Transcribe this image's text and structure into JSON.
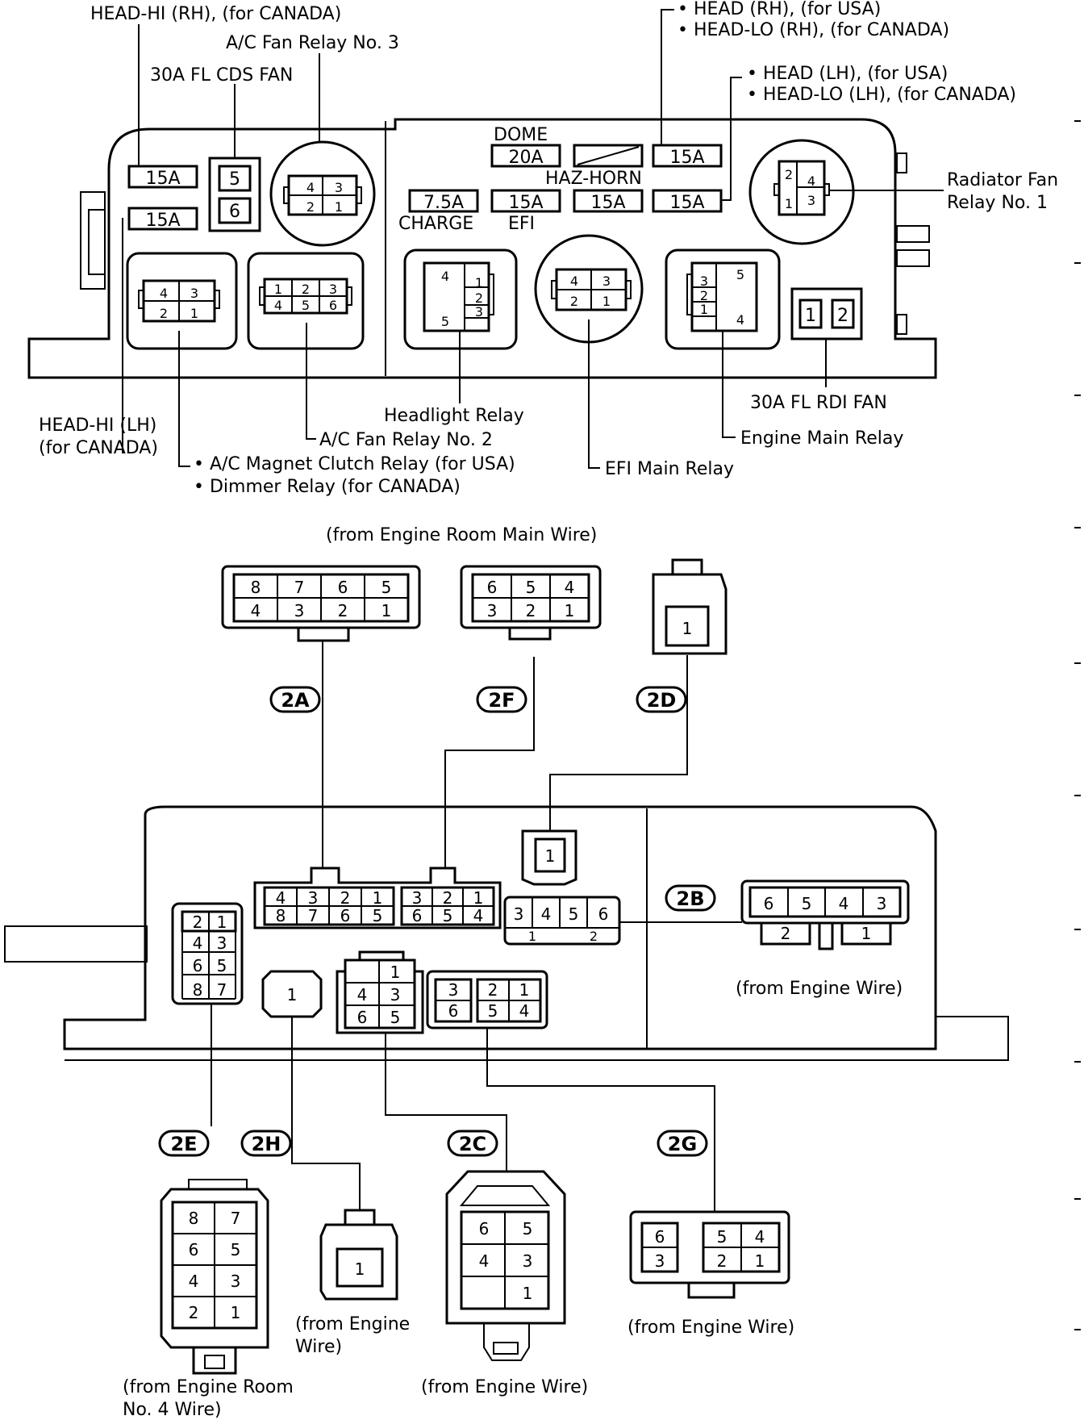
{
  "top_labels": {
    "head_hi_rh": "HEAD-HI (RH), (for CANADA)",
    "ac_fan_relay_3": "A/C Fan Relay No. 3",
    "cds_fan": "30A FL CDS FAN",
    "head_rh_usa": "• HEAD (RH), (for USA)",
    "head_lo_rh": "• HEAD-LO (RH), (for CANADA)",
    "head_lh_usa": "• HEAD (LH), (for USA)",
    "head_lo_lh": "• HEAD-LO (LH), (for CANADA)",
    "dome": "DOME",
    "haz_horn": "HAZ-HORN",
    "charge": "CHARGE",
    "efi": "EFI",
    "radiator_fan_1": "Radiator Fan",
    "radiator_fan_2": "Relay No. 1",
    "head_hi_lh_1": "HEAD-HI (LH)",
    "head_hi_lh_2": "(for CANADA)",
    "headlight_relay": "Headlight Relay",
    "ac_fan_relay_2": "A/C Fan Relay No. 2",
    "ac_magnet": "• A/C Magnet Clutch Relay (for USA)",
    "dimmer": "• Dimmer Relay (for CANADA)",
    "efi_main_relay": "EFI Main Relay",
    "engine_main_relay": "Engine Main Relay",
    "rdi_fan": "30A FL RDI FAN"
  },
  "fuses": {
    "f1": "15A",
    "f2": "15A",
    "dome": "20A",
    "head_rh": "15A",
    "charge": "7.5A",
    "efi": "15A",
    "haz": "15A",
    "head_lh": "15A",
    "cds_5": "5",
    "cds_6": "6",
    "rdi_1": "1",
    "rdi_2": "2"
  },
  "relay_pins": {
    "p1": "1",
    "p2": "2",
    "p3": "3",
    "p4": "4",
    "p5": "5",
    "p6": "6",
    "p7": "7",
    "p8": "8"
  },
  "bottom_labels": {
    "from_main": "(from Engine Room Main Wire)",
    "from_engine_wire": "(from Engine Wire)",
    "from_engine": "(from Engine",
    "wire": "Wire)",
    "from_room4_1": "(from Engine Room",
    "from_room4_2": "No. 4 Wire)"
  },
  "connector_codes": {
    "c2a": "2A",
    "c2f": "2F",
    "c2d": "2D",
    "c2b": "2B",
    "c2e": "2E",
    "c2h": "2H",
    "c2c": "2C",
    "c2g": "2G"
  }
}
